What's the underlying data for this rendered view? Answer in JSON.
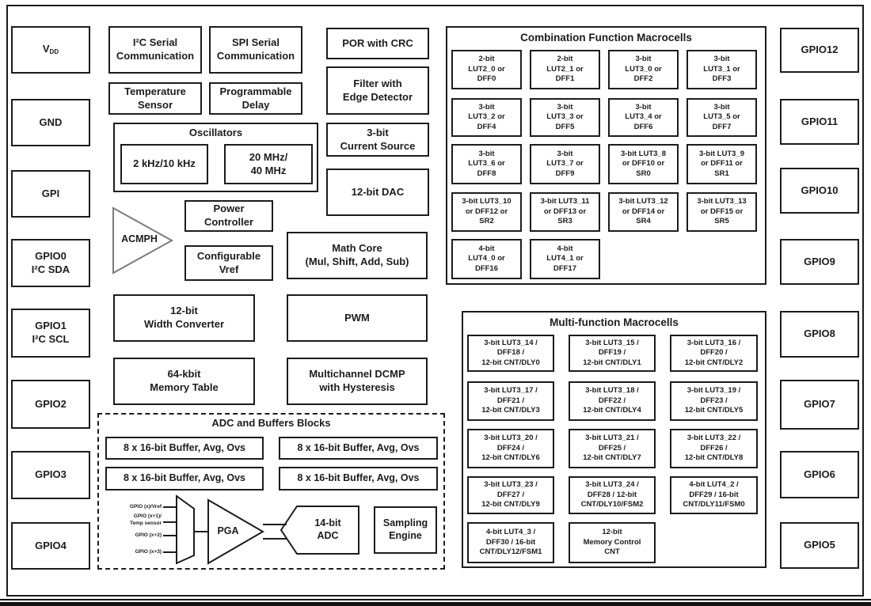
{
  "palette": {
    "ink": "#1c1c1c",
    "triangle_gray": "#7c7c7c",
    "bg": "#ffffff"
  },
  "pins": {
    "vdd": {
      "main": "V",
      "sub": "DD"
    },
    "left": [
      "GND",
      "GPI",
      "GPIO0\nI²C SDA",
      "GPIO1\nI²C SCL",
      "GPIO2",
      "GPIO3",
      "GPIO4"
    ],
    "right": [
      "GPIO12",
      "GPIO11",
      "GPIO10",
      "GPIO9",
      "GPIO8",
      "GPIO7",
      "GPIO6",
      "GPIO5"
    ]
  },
  "blocks": {
    "i2c": "I²C Serial\nCommunication",
    "spi": "SPI Serial\nCommunication",
    "por": "POR with CRC",
    "temp_sensor": "Temperature\nSensor",
    "prog_delay": "Programmable\nDelay",
    "filter": "Filter with\nEdge Detector",
    "osc_title": "Oscillators",
    "osc_low": "2 kHz/10 kHz",
    "osc_high": "20 MHz/\n40 MHz",
    "current_source": "3-bit\nCurrent Source",
    "dac": "12-bit DAC",
    "power": "Power\nController",
    "acmph": "ACMPH",
    "vref": "Configurable\nVref",
    "math": "Math Core\n(Mul, Shift, Add, Sub)",
    "width_conv": "12-bit\nWidth Converter",
    "pwm": "PWM",
    "memory": "64-kbit\nMemory Table",
    "dcmp": "Multichannel DCMP\nwith Hysteresis"
  },
  "comb": {
    "title": "Combination Function Macrocells",
    "cells": [
      "2-bit\nLUT2_0 or\nDFF0",
      "2-bit\nLUT2_1 or\nDFF1",
      "3-bit\nLUT3_0 or\nDFF2",
      "3-bit\nLUT3_1 or\nDFF3",
      "3-bit\nLUT3_2 or\nDFF4",
      "3-bit\nLUT3_3 or\nDFF5",
      "3-bit\nLUT3_4 or\nDFF6",
      "3-bit\nLUT3_5 or\nDFF7",
      "3-bit\nLUT3_6 or\nDFF8",
      "3-bit\nLUT3_7 or\nDFF9",
      "3-bit LUT3_8\nor DFF10 or\nSR0",
      "3-bit LUT3_9\nor DFF11 or\nSR1",
      "3-bit LUT3_10\nor DFF12 or\nSR2",
      "3-bit LUT3_11\nor DFF13 or\nSR3",
      "3-bit LUT3_12\nor DFF14 or\nSR4",
      "3-bit LUT3_13\nor DFF15 or\nSR5",
      "4-bit\nLUT4_0 or\nDFF16",
      "4-bit\nLUT4_1 or\nDFF17"
    ]
  },
  "multi": {
    "title": "Multi-function Macrocells",
    "cells": [
      "3-bit LUT3_14 /\nDFF18 /\n12-bit CNT/DLY0",
      "3-bit LUT3_15 /\nDFF19 /\n12-bit CNT/DLY1",
      "3-bit LUT3_16 /\nDFF20 /\n12-bit CNT/DLY2",
      "3-bit LUT3_17 /\nDFF21 /\n12-bit CNT/DLY3",
      "3-bit LUT3_18 /\nDFF22 /\n12-bit CNT/DLY4",
      "3-bit LUT3_19 /\nDFF23 /\n12-bit CNT/DLY5",
      "3-bit LUT3_20 /\nDFF24 /\n12-bit CNT/DLY6",
      "3-bit LUT3_21 /\nDFF25 /\n12-bit CNT/DLY7",
      "3-bit LUT3_22 /\nDFF26 /\n12-bit CNT/DLY8",
      "3-bit LUT3_23 /\nDFF27 /\n12-bit CNT/DLY9",
      "3-bit LUT3_24 /\nDFF28 / 12-bit\nCNT/DLY10/FSM2",
      "4-bit LUT4_2 /\nDFF29 / 16-bit\nCNT/DLY11/FSM0",
      "4-bit LUT4_3 /\nDFF30 / 16-bit\nCNT/DLY12/FSM1",
      "12-bit\nMemory Control\nCNT"
    ]
  },
  "adc": {
    "title": "ADC and Buffers Blocks",
    "buffers": [
      "8 x 16-bit Buffer, Avg, Ovs",
      "8 x 16-bit Buffer, Avg, Ovs",
      "8 x 16-bit Buffer, Avg, Ovs",
      "8 x 16-bit Buffer, Avg, Ovs"
    ],
    "inputs": [
      "GPIO (x)/Vref",
      "GPIO (x+1)/\nTemp sensor",
      "GPIO (x+2)",
      "GPIO (x+3)"
    ],
    "pga": "PGA",
    "adc": "14-bit\nADC",
    "sampling": "Sampling\nEngine"
  }
}
